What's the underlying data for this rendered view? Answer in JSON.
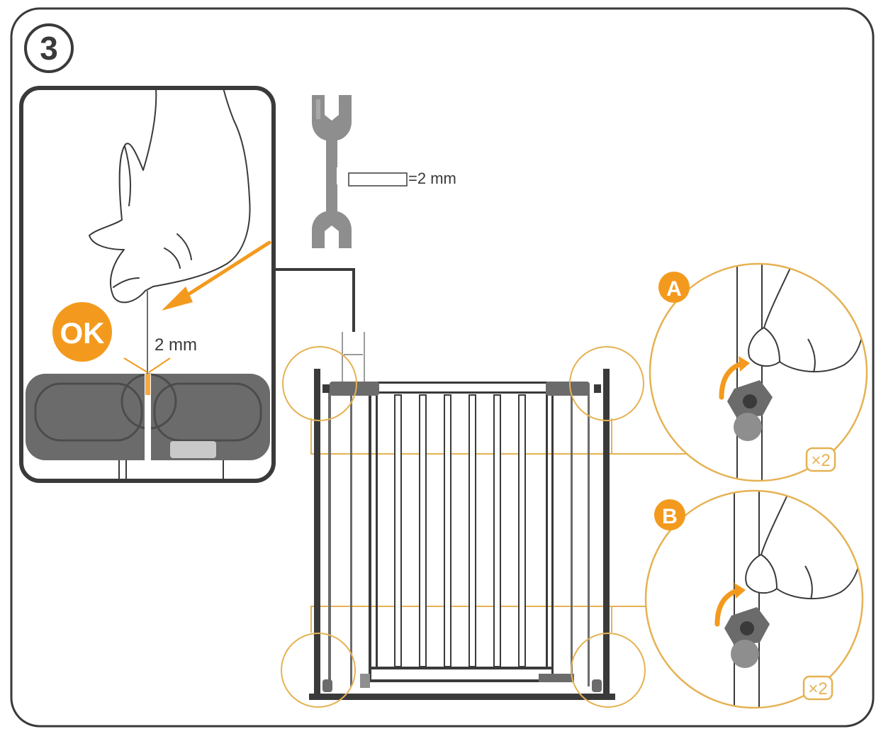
{
  "step": {
    "number": "3"
  },
  "wrench": {
    "label": "=2 mm"
  },
  "detail": {
    "ok_label": "OK",
    "gap_label": "2 mm"
  },
  "callouts": [
    {
      "letter": "A",
      "quantity": "×2"
    },
    {
      "letter": "B",
      "quantity": "×2"
    }
  ],
  "colors": {
    "accent": "#F39A1E",
    "line": "#3a3a3a",
    "grey": "#6c6b6b",
    "light_grey": "#8e8e8e",
    "gold_line": "#E5B253"
  },
  "icons": [
    "hand-icon",
    "wrench-icon",
    "arrow-icon",
    "safety-gate-icon"
  ]
}
